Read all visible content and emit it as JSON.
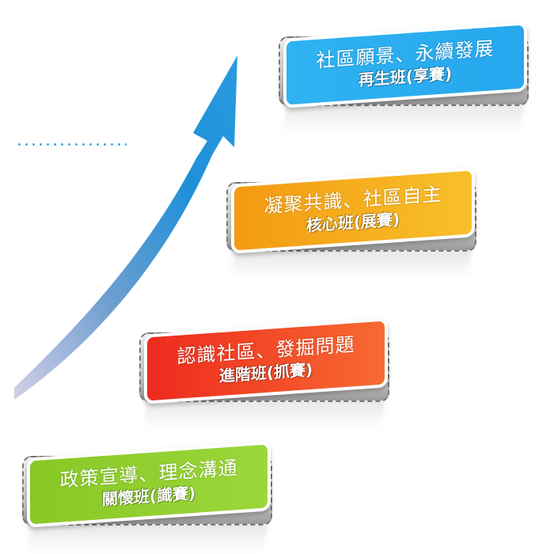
{
  "diagram": {
    "type": "ascending-steps",
    "arrow": {
      "direction": "up-right",
      "color_start": "#c9c6e0",
      "color_end": "#1e90d8"
    },
    "dotted_line_color": "#3aa8e8",
    "steps": [
      {
        "level": 4,
        "title": "社區願景、永續發展",
        "subtitle": "再生班(享賽)",
        "color": "#2aaaf0"
      },
      {
        "level": 3,
        "title": "凝聚共識、社區自主",
        "subtitle": "核心班(展賽)",
        "color": "#f5ab1c"
      },
      {
        "level": 2,
        "title": "認識社區、發掘問題",
        "subtitle": "進階班(抓賽)",
        "color": "#f04a26"
      },
      {
        "level": 1,
        "title": "政策宣導、理念溝通",
        "subtitle": "關懷班(識賽)",
        "color": "#8fce2e"
      }
    ]
  }
}
